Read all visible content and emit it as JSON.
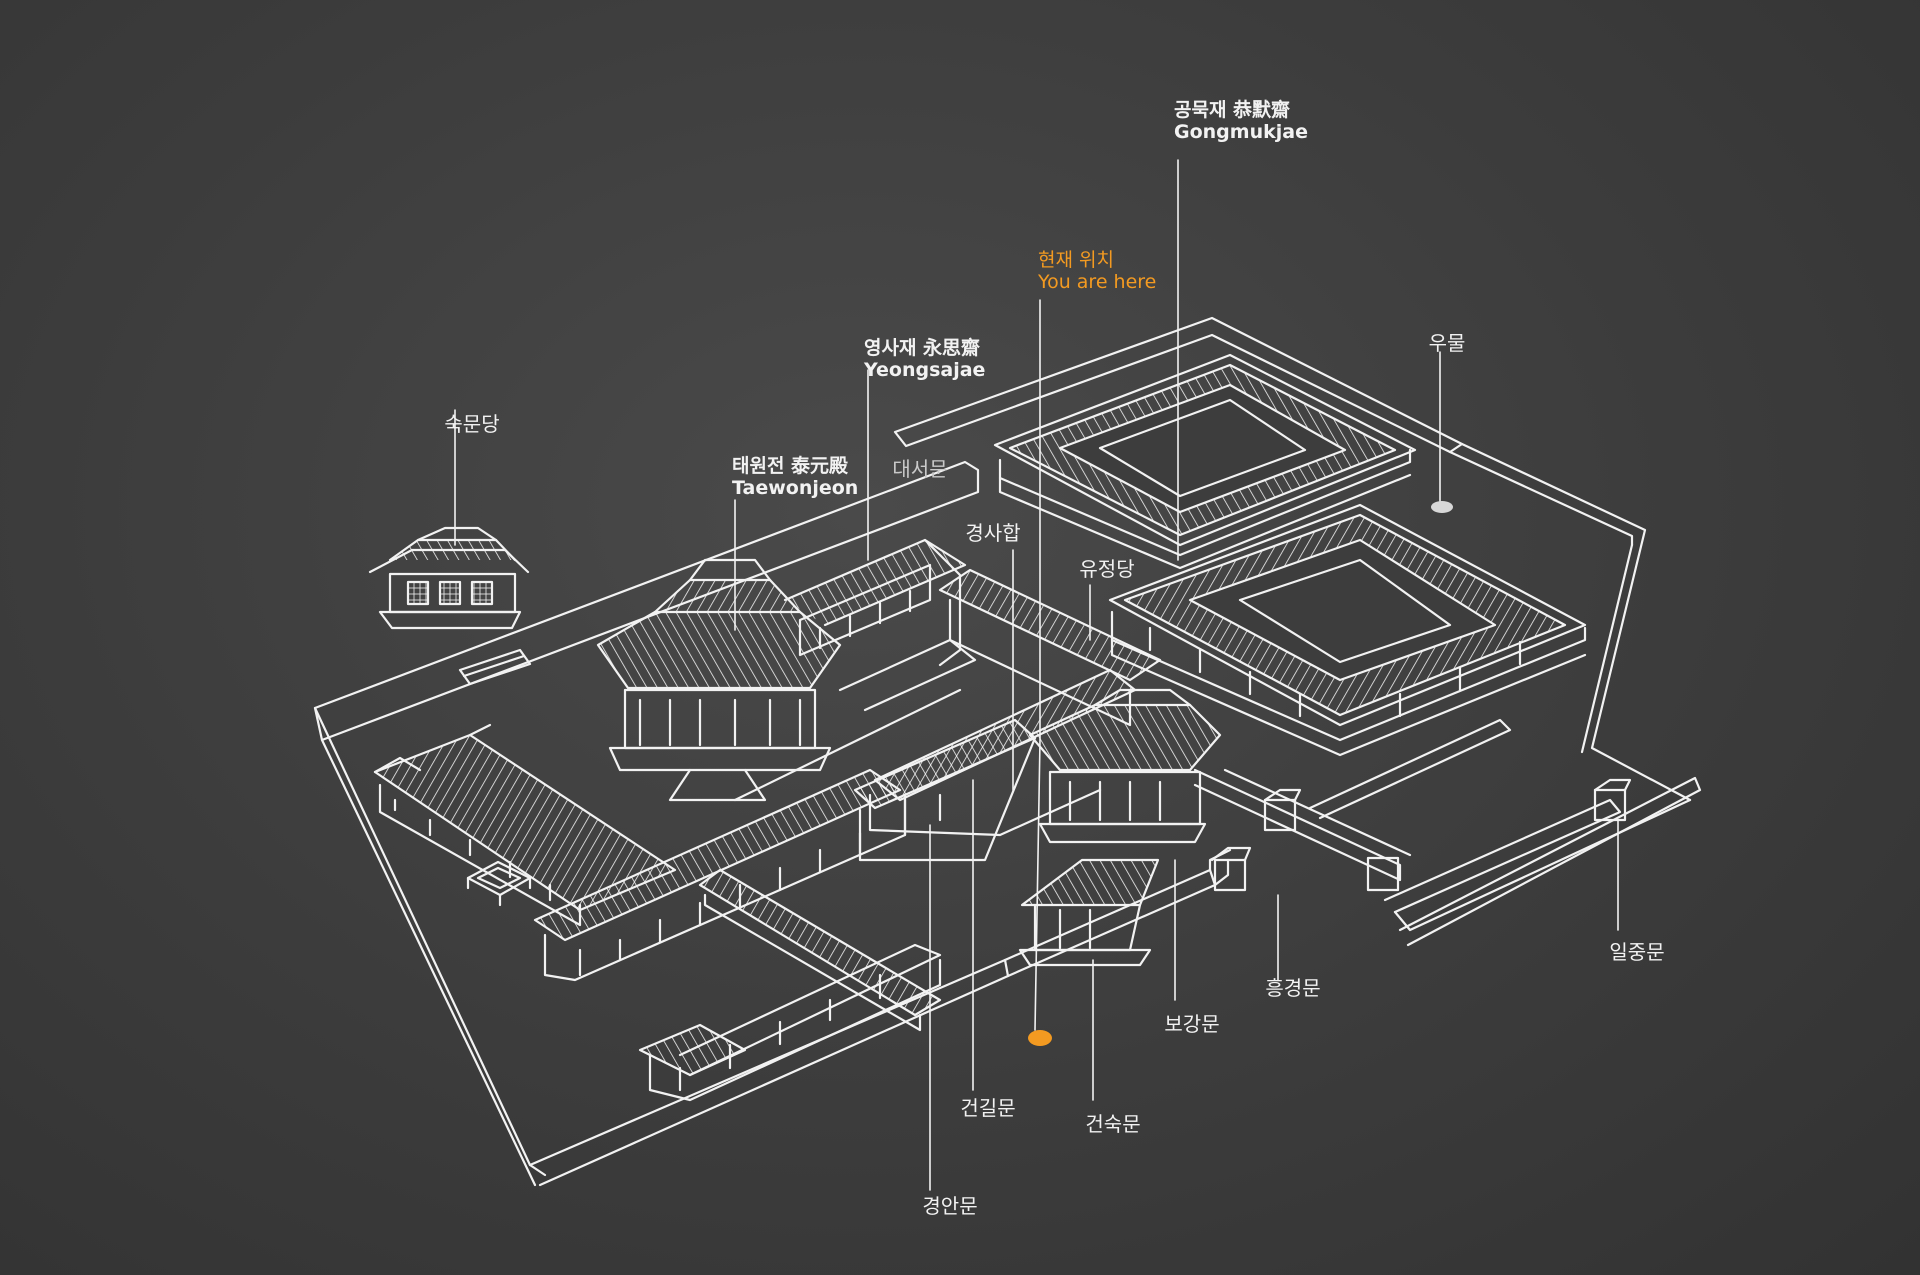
{
  "colors": {
    "background": "#3c3c3c",
    "line": "#f2f2f2",
    "accent": "#f39a21"
  },
  "labels": {
    "gongmukjae": {
      "ko": "공묵재 恭默齋",
      "en": "Gongmukjae"
    },
    "you_are_here": {
      "ko": "현재 위치",
      "en": "You are here"
    },
    "yeongsajae": {
      "ko": "영사재 永思齋",
      "en": "Yeongsajae"
    },
    "taewonjeon": {
      "ko": "태원전 泰元殿",
      "en": "Taewonjeon"
    },
    "sukmundang": "숙문당",
    "daeseomun": "대서문",
    "gyeongsahap": "경사합",
    "yujeongdang": "유정당",
    "umul": "우물",
    "heunggyeongmun": "흥경문",
    "iljungmun": "일중문",
    "bogangmun": "보강문",
    "geongilmun": "건길문",
    "geonsukmun": "건숙문",
    "gyeonganmun": "경안문"
  }
}
